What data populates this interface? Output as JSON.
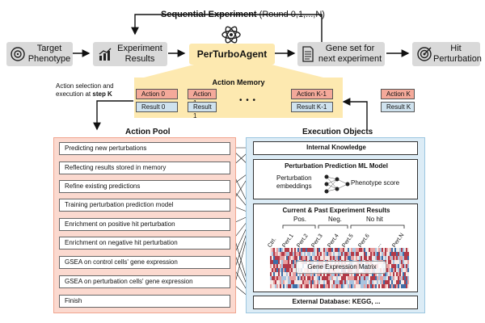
{
  "header": {
    "title": "Sequential Experiment",
    "subtitle": "(Round 0,1,...,N)"
  },
  "top_flow": {
    "target": "Target\nPhenotype",
    "experiment_results": "Experiment\nResults",
    "agent": "PerTurboAgent",
    "gene_set": "Gene set for\nnext experiment",
    "hit": "Hit\nPerturbation"
  },
  "action_memory": {
    "title": "Action Memory",
    "actions": [
      "Action 0",
      "Action 1",
      "Action K-1"
    ],
    "results": [
      "Result 0",
      "Result 1",
      "Result K-1"
    ],
    "ellipsis": "• • •"
  },
  "action_select": {
    "line1": "Action selection and",
    "line2_prefix": "execution at ",
    "line2_bold": "step K"
  },
  "current_action": {
    "action": "Action K",
    "result": "Result K"
  },
  "action_pool": {
    "title": "Action Pool",
    "items": [
      "Predicting new perturbations",
      "Reflecting results stored in memory",
      "Refine existing predictions",
      "Training perturbation prediction model",
      "Enrichment on positive hit perturbation",
      "Enrichment on negative hit perturbation",
      "GSEA on control cells' gene expression",
      "GSEA on perturbation cells' gene expression",
      "Finish"
    ]
  },
  "execution_objects": {
    "title": "Execution Objects",
    "internal_knowledge": "Internal Knowledge",
    "ml_model": {
      "title": "Perturbation Prediction ML Model",
      "input": "Perturbation\nembeddings",
      "output": "Phenotype score"
    },
    "results": {
      "title": "Current & Past Experiment Results",
      "groups": [
        "Pos.",
        "Neg.",
        "No hit"
      ],
      "columns": [
        "Ctrl.",
        "Pert.1",
        "Pert.2",
        "Pert.3",
        "Pert.4",
        "Pert.5",
        "Pert.6",
        "...",
        "Pert.N"
      ],
      "matrix_label": "Gene Expression Matrix"
    },
    "external_db": "External Database: KEGG, ..."
  },
  "colors": {
    "pool_bg": "#fbd9cf",
    "pool_border": "#f0a58f",
    "exec_bg": "#dcecf6",
    "exec_border": "#9cc6e0",
    "memory_bg": "#fde9b0",
    "action_orange": "#f4a99a",
    "action_blue": "#cfe2ee",
    "gray_box": "#d9d9d9"
  },
  "icons": [
    "target-icon",
    "chart-icon",
    "atom-icon",
    "document-icon",
    "bullseye-icon",
    "neural-net-icon"
  ]
}
